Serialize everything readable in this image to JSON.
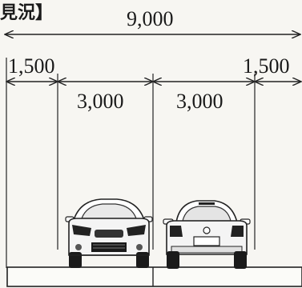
{
  "heading": "見況】",
  "dimensions": {
    "total": "9,000",
    "left_margin": "1,500",
    "right_margin": "1,500",
    "bay_left": "3,000",
    "bay_right": "3,000"
  },
  "cars": [
    {
      "view": "front",
      "name": "car-front-view"
    },
    {
      "view": "rear",
      "name": "car-rear-view"
    }
  ]
}
